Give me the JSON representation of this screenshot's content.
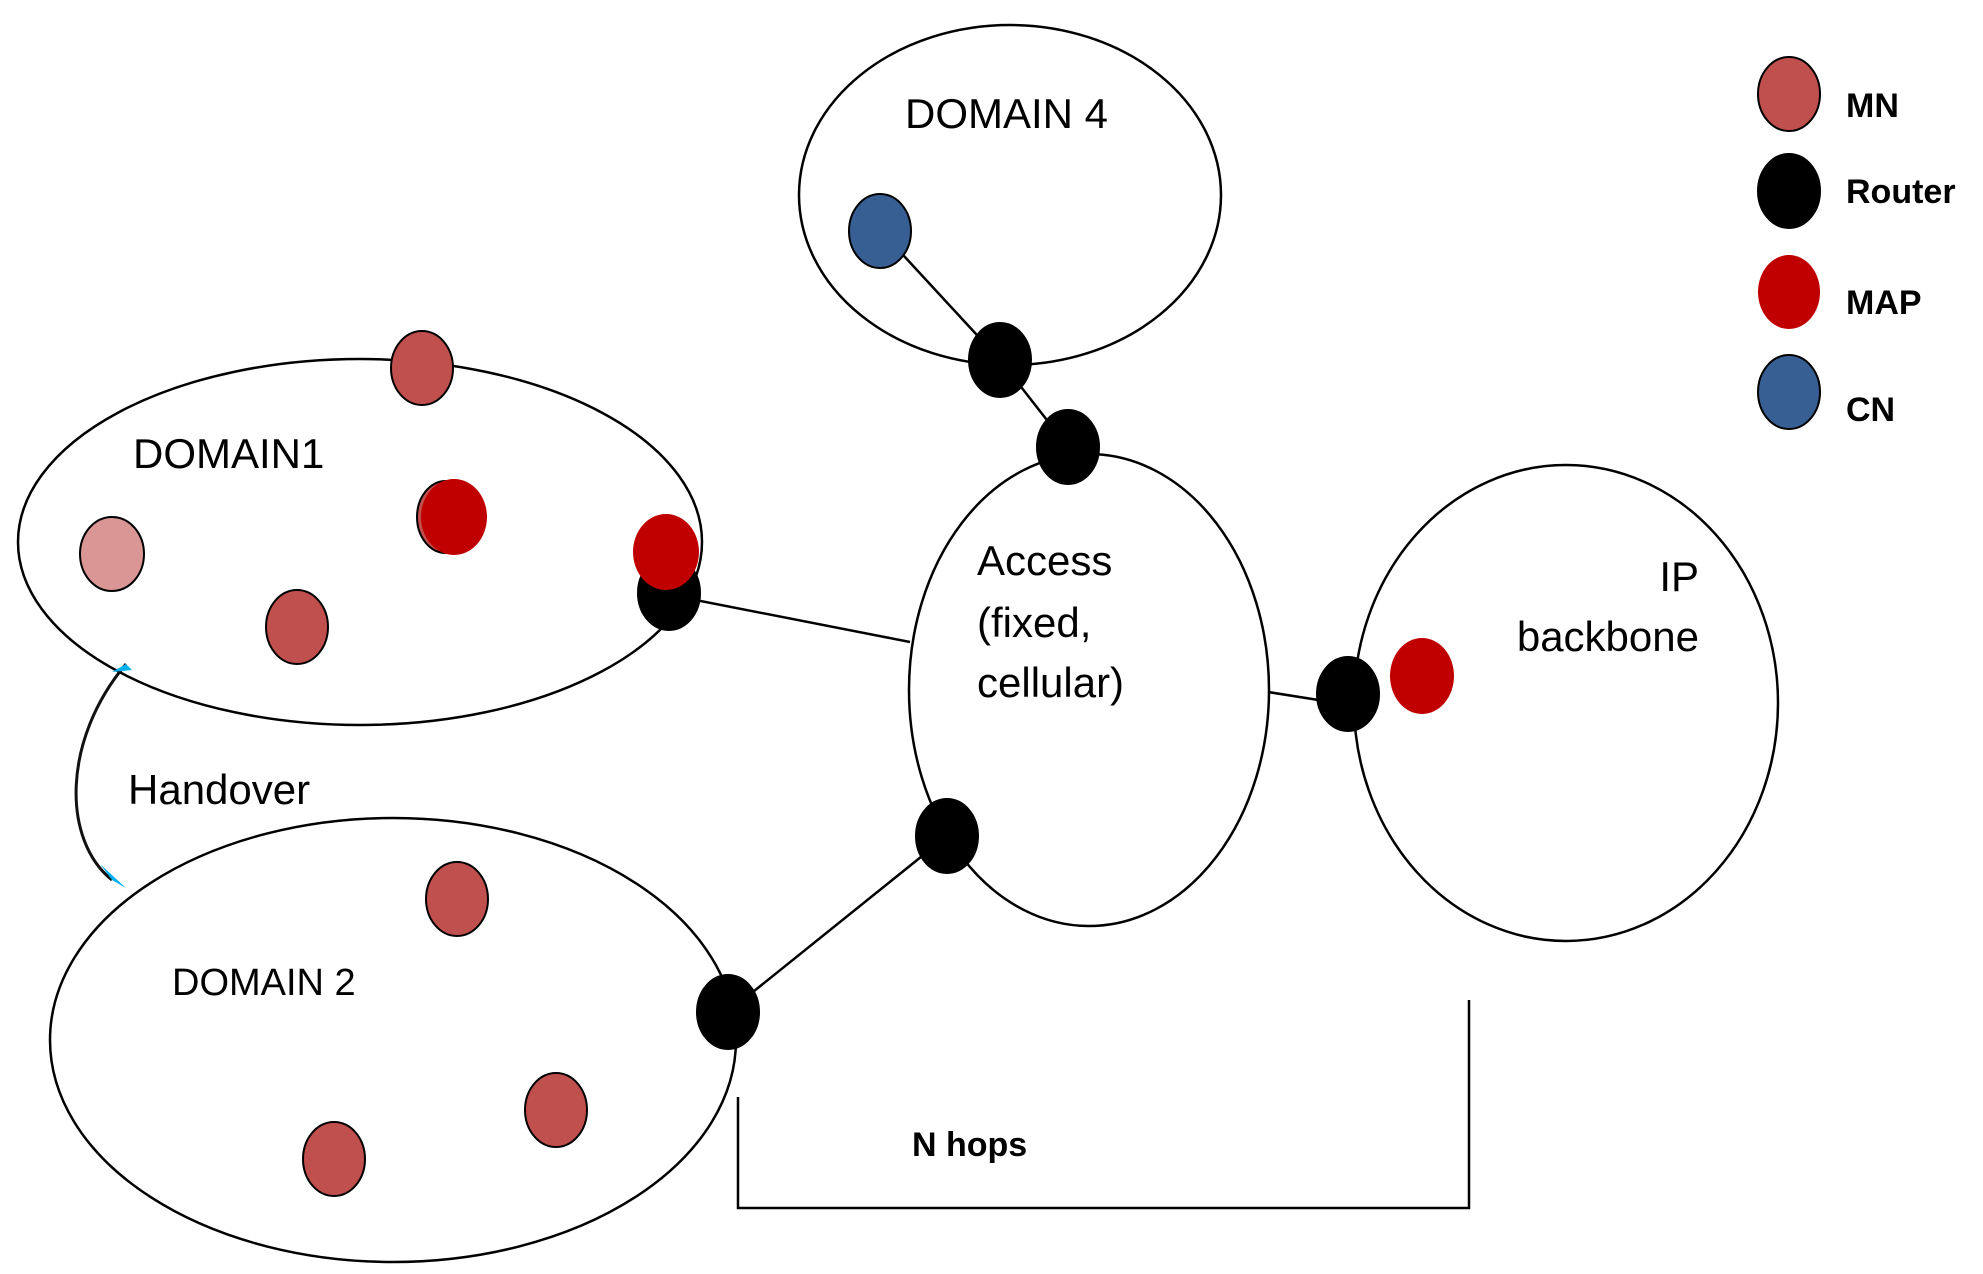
{
  "domains": {
    "domain1": "DOMAIN1",
    "domain2": "DOMAIN 2",
    "domain4": "DOMAIN 4",
    "access": [
      "Access",
      "(fixed,",
      "cellular)"
    ],
    "backbone": [
      "IP",
      "backbone"
    ]
  },
  "handover_label": "Handover",
  "hops_label": "N hops",
  "legend": [
    {
      "label": "MN",
      "color": "#c0504d"
    },
    {
      "label": "Router",
      "color": "#000000"
    },
    {
      "label": "MAP",
      "color": "#c00000"
    },
    {
      "label": "CN",
      "color": "#375f93"
    }
  ],
  "colors": {
    "mn": "#c0504d",
    "mn_faded": "#d99694",
    "router": "#000000",
    "map": "#c00000",
    "cn": "#375f93",
    "handover_arrow": "#00b0f0"
  }
}
